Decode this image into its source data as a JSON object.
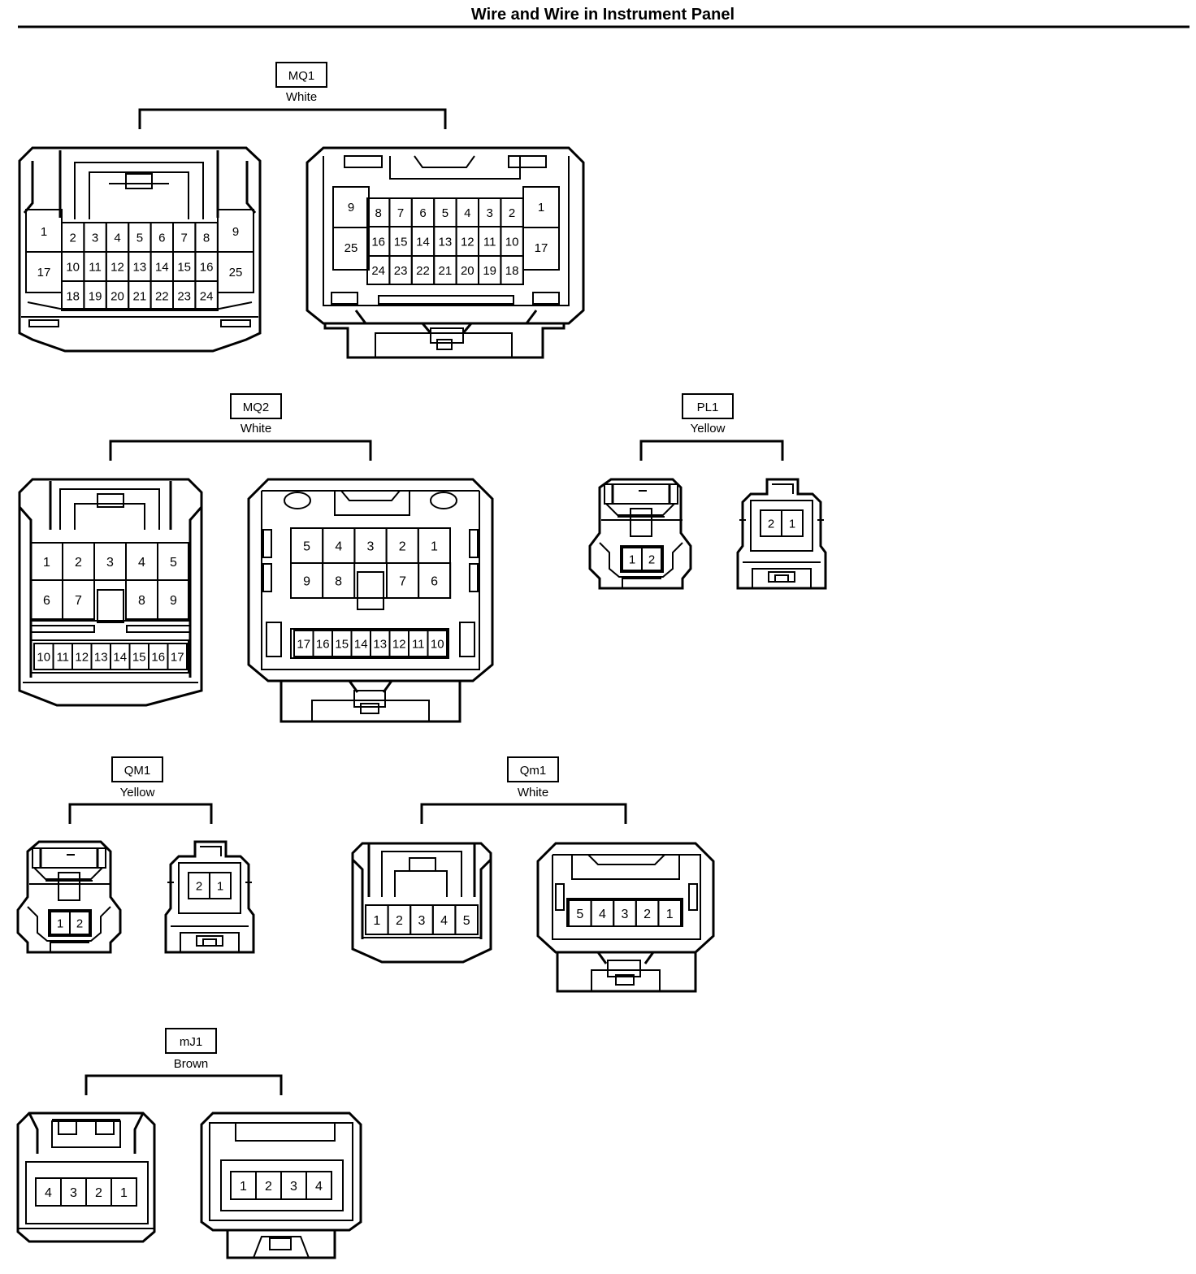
{
  "title": "Wire and Wire in Instrument Panel",
  "connectors": {
    "mq1": {
      "code": "MQ1",
      "color": "White",
      "left_pins": {
        "top": [
          "2",
          "3",
          "4",
          "5",
          "6",
          "7",
          "8"
        ],
        "mid": [
          "10",
          "11",
          "12",
          "13",
          "14",
          "15",
          "16"
        ],
        "bot": [
          "18",
          "19",
          "20",
          "21",
          "22",
          "23",
          "24"
        ],
        "side_l": [
          "1",
          "17"
        ],
        "side_r": [
          "9",
          "25"
        ]
      },
      "right_pins": {
        "top": [
          "8",
          "7",
          "6",
          "5",
          "4",
          "3",
          "2"
        ],
        "mid": [
          "16",
          "15",
          "14",
          "13",
          "12",
          "11",
          "10"
        ],
        "bot": [
          "24",
          "23",
          "22",
          "21",
          "20",
          "19",
          "18"
        ],
        "side_l": [
          "9",
          "25"
        ],
        "side_r": [
          "1",
          "17"
        ]
      }
    },
    "mq2": {
      "code": "MQ2",
      "color": "White",
      "left_pins": {
        "row1": [
          "1",
          "2",
          "3",
          "4",
          "5"
        ],
        "row2": [
          "6",
          "7",
          "8",
          "9"
        ],
        "row3": [
          "10",
          "11",
          "12",
          "13",
          "14",
          "15",
          "16",
          "17"
        ]
      },
      "right_pins": {
        "row1": [
          "5",
          "4",
          "3",
          "2",
          "1"
        ],
        "row2": [
          "9",
          "8",
          "7",
          "6"
        ],
        "row3": [
          "17",
          "16",
          "15",
          "14",
          "13",
          "12",
          "11",
          "10"
        ]
      }
    },
    "pl1": {
      "code": "PL1",
      "color": "Yellow",
      "left_pins": [
        "1",
        "2"
      ],
      "right_pins": [
        "2",
        "1"
      ]
    },
    "qm1": {
      "code": "QM1",
      "color": "Yellow",
      "left_pins": [
        "1",
        "2"
      ],
      "right_pins": [
        "2",
        "1"
      ]
    },
    "qm1w": {
      "code": "Qm1",
      "color": "White",
      "left_pins": [
        "1",
        "2",
        "3",
        "4",
        "5"
      ],
      "right_pins": [
        "5",
        "4",
        "3",
        "2",
        "1"
      ]
    },
    "mj1": {
      "code": "mJ1",
      "color": "Brown",
      "left_pins": [
        "4",
        "3",
        "2",
        "1"
      ],
      "right_pins": [
        "1",
        "2",
        "3",
        "4"
      ]
    }
  }
}
